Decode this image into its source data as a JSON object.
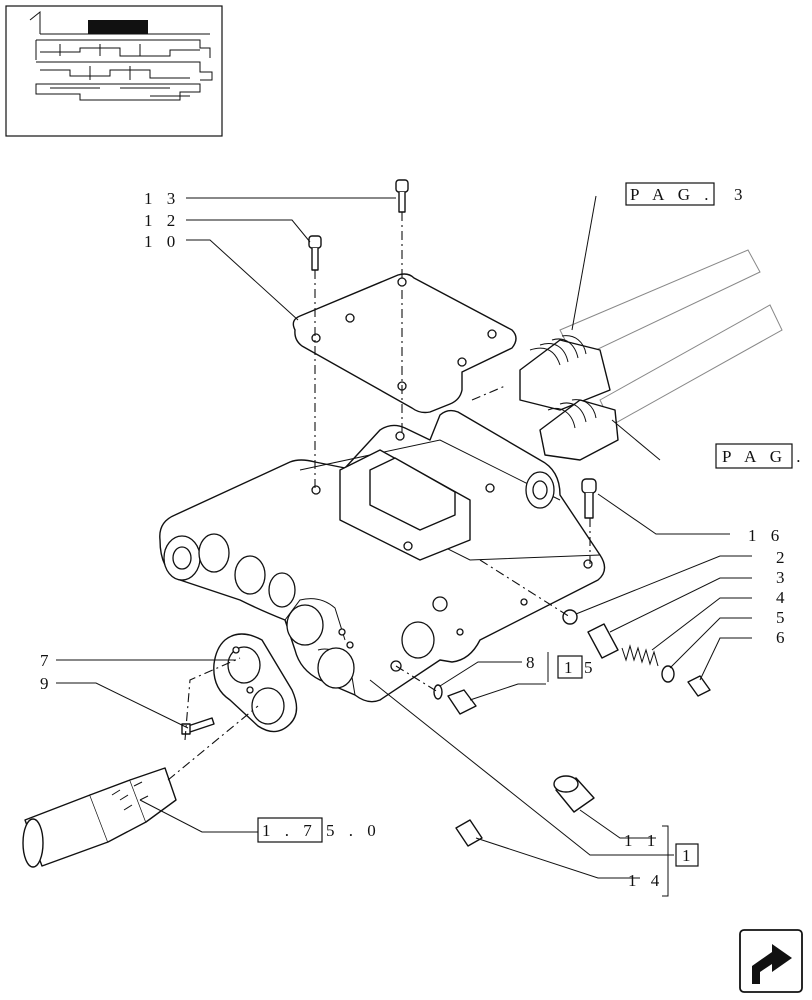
{
  "callouts": {
    "c13": "1 3",
    "c12": "1 2",
    "c10": "1 0",
    "c16": "1 6",
    "c2": "2",
    "c3": "3",
    "c4": "4",
    "c5": "5",
    "c6": "6",
    "c7": "7",
    "c9": "9",
    "c8": "8",
    "c11": "1 1",
    "c14": "1 4"
  },
  "references": {
    "pag3_boxed": "P A G .",
    "pag3_num": "3",
    "pag_lower": "P A G .",
    "ref15_boxed": "1",
    "ref15_tail": "5",
    "ref175_boxed": "1 . 7",
    "ref175_tail": "5 . 0",
    "ref1_boxed": "1"
  },
  "nav": {
    "icon": "next-page-arrow-icon"
  }
}
